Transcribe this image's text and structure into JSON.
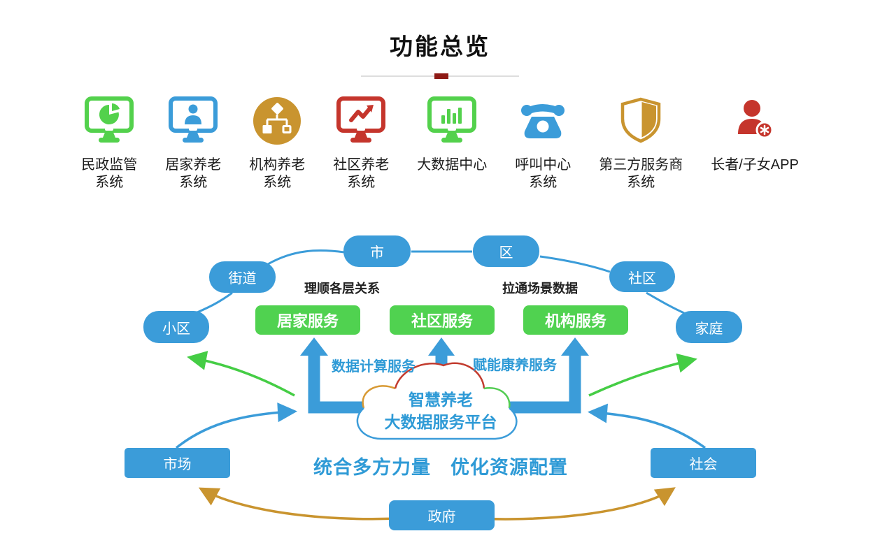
{
  "title": "功能总览",
  "colors": {
    "blue": "#3b9cd9",
    "green": "#50d250",
    "gold": "#c9942f",
    "red": "#c5352c",
    "accent_dark_red": "#8e1a15",
    "dark_text": "#1a1a1a",
    "blue_text": "#2e9ad6"
  },
  "icons": [
    {
      "name": "monitor-pie-icon",
      "label": "民政监管\n系统"
    },
    {
      "name": "monitor-person-icon",
      "label": "居家养老\n系统"
    },
    {
      "name": "org-chart-icon",
      "label": "机构养老\n系统"
    },
    {
      "name": "monitor-trend-icon",
      "label": "社区养老\n系统"
    },
    {
      "name": "monitor-bars-icon",
      "label": "大数据中心"
    },
    {
      "name": "telephone-icon",
      "label": "呼叫中心\n系统"
    },
    {
      "name": "shield-icon",
      "label": "第三方服务商\n系统"
    },
    {
      "name": "person-badge-icon",
      "label": "长者/子女APP"
    }
  ],
  "diagram": {
    "bubbles": [
      {
        "label": "市"
      },
      {
        "label": "区"
      },
      {
        "label": "街道"
      },
      {
        "label": "社区"
      },
      {
        "label": "小区"
      },
      {
        "label": "家庭"
      }
    ],
    "services": [
      {
        "label": "居家服务"
      },
      {
        "label": "社区服务"
      },
      {
        "label": "机构服务"
      }
    ],
    "bottom_boxes": [
      {
        "label": "市场"
      },
      {
        "label": "社会"
      },
      {
        "label": "政府"
      }
    ],
    "cloud": {
      "line1": "智慧养老",
      "line2": "大数据服务平台"
    },
    "annotations": {
      "left": "理顺各层关系",
      "right": "拉通场景数据",
      "left_blue": "数据计算服务",
      "right_blue": "赋能康养服务",
      "slogan": "统合多方力量　优化资源配置"
    }
  }
}
